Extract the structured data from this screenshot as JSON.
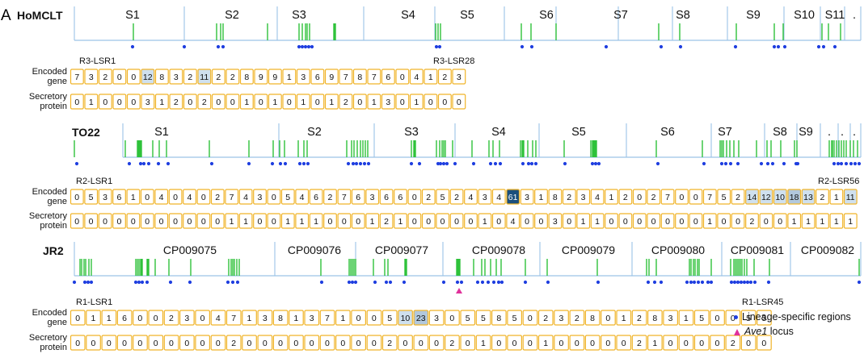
{
  "panel_label": "A",
  "legend": {
    "lsr": "Lineage-specific regions",
    "ave1_italic": "Ave1",
    "ave1_rest": " locus"
  },
  "colors": {
    "gene": "#2fc23a",
    "boundary": "#9cc3e6",
    "dot": "#1f3fe0",
    "ave1": "#e0319b",
    "box_border": "#f0b429",
    "cell_light": "#cfe0ee",
    "cell_mid": "#b2c8dc",
    "cell_dark": "#1b4f7c"
  },
  "genomes": [
    {
      "name": "HoMCLT",
      "segments": [
        "S1",
        "S2",
        "S3",
        "S4",
        "S5",
        "S6",
        "S7",
        "S8",
        "S9",
        "S10",
        "S11",
        "."
      ],
      "lsr_start": "R3-LSR1",
      "lsr_end": "R3-LSR28",
      "rows": [
        {
          "label1": "Encoded",
          "label2": "gene",
          "values": [
            7,
            3,
            2,
            0,
            0,
            12,
            8,
            3,
            2,
            11,
            2,
            2,
            8,
            9,
            9,
            1,
            3,
            6,
            9,
            7,
            8,
            7,
            6,
            0,
            4,
            1,
            2,
            3
          ]
        },
        {
          "label1": "Secretory",
          "label2": "protein",
          "values": [
            0,
            1,
            0,
            0,
            0,
            3,
            1,
            2,
            0,
            2,
            0,
            0,
            1,
            0,
            1,
            0,
            1,
            0,
            1,
            2,
            0,
            1,
            3,
            0,
            1,
            0,
            0,
            0
          ]
        }
      ]
    },
    {
      "name": "TO22",
      "segments": [
        "S1",
        "S2",
        "S3",
        "S4",
        "S5",
        "S6",
        "S7",
        "S8",
        "S9",
        ".",
        ".",
        "."
      ],
      "lsr_start": "R2-LSR1",
      "lsr_end": "R2-LSR56",
      "rows": [
        {
          "label1": "Encoded",
          "label2": "gene",
          "values": [
            0,
            5,
            3,
            6,
            1,
            0,
            4,
            0,
            4,
            0,
            2,
            7,
            4,
            3,
            0,
            5,
            4,
            6,
            2,
            7,
            6,
            3,
            6,
            6,
            0,
            2,
            5,
            2,
            4,
            3,
            4,
            61,
            3,
            1,
            8,
            2,
            3,
            4,
            1,
            2,
            0,
            2,
            7,
            0,
            0,
            7,
            5,
            2,
            14,
            12,
            10,
            18,
            13,
            2,
            1,
            11
          ]
        },
        {
          "label1": "Secretory",
          "label2": "protein",
          "values": [
            0,
            0,
            0,
            0,
            0,
            0,
            0,
            0,
            0,
            0,
            0,
            1,
            1,
            0,
            0,
            1,
            1,
            1,
            0,
            0,
            0,
            1,
            2,
            1,
            0,
            0,
            0,
            0,
            0,
            1,
            0,
            4,
            0,
            0,
            3,
            0,
            1,
            1,
            0,
            0,
            0,
            0,
            0,
            0,
            0,
            1,
            0,
            0,
            2,
            0,
            0,
            1,
            1,
            1,
            1,
            1
          ]
        }
      ]
    },
    {
      "name": "JR2",
      "segments": [
        "CP009075",
        "CP009076",
        "CP009077",
        "CP009078",
        "CP009079",
        "CP009080",
        "CP009081",
        "CP009082"
      ],
      "lsr_start": "R1-LSR1",
      "lsr_end": "R1-LSR45",
      "rows": [
        {
          "label1": "Encoded",
          "label2": "gene",
          "values": [
            0,
            1,
            1,
            6,
            0,
            0,
            2,
            3,
            0,
            4,
            7,
            1,
            3,
            8,
            1,
            3,
            7,
            1,
            0,
            0,
            5,
            10,
            23,
            3,
            0,
            5,
            5,
            8,
            5,
            0,
            2,
            3,
            2,
            8,
            0,
            1,
            2,
            8,
            3,
            1,
            5,
            0,
            0,
            5,
            3
          ]
        },
        {
          "label1": "Secretory",
          "label2": "protein",
          "values": [
            0,
            0,
            0,
            0,
            0,
            0,
            0,
            0,
            0,
            0,
            2,
            0,
            0,
            0,
            0,
            0,
            0,
            0,
            0,
            0,
            2,
            0,
            0,
            0,
            2,
            0,
            1,
            0,
            0,
            0,
            1,
            0,
            0,
            0,
            0,
            0,
            2,
            1,
            0,
            0,
            0,
            0,
            2,
            0,
            0
          ]
        }
      ]
    }
  ]
}
